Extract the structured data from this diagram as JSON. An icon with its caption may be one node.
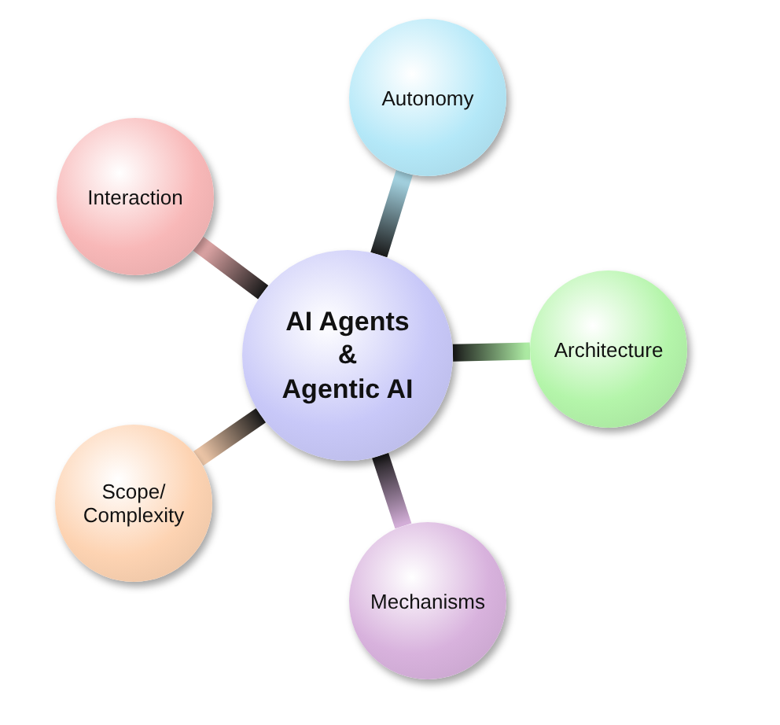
{
  "diagram": {
    "nodes": [
      {
        "text": [
          "AI Agents",
          "&",
          "Agentic AI"
        ]
      },
      {
        "text": [
          "Autonomy"
        ]
      },
      {
        "text": [
          "Architecture"
        ]
      },
      {
        "text": [
          "Mechanisms"
        ]
      },
      {
        "text": [
          "Scope/ Complexity"
        ]
      },
      {
        "text": [
          "Interaction"
        ]
      }
    ],
    "edges": [
      {
        "from": 0,
        "to": 1,
        "arrow": "none"
      },
      {
        "from": 0,
        "to": 2,
        "arrow": "none"
      },
      {
        "from": 0,
        "to": 3,
        "arrow": "none"
      },
      {
        "from": 0,
        "to": 4,
        "arrow": "none"
      },
      {
        "from": 0,
        "to": 5,
        "arrow": "none"
      }
    ]
  }
}
